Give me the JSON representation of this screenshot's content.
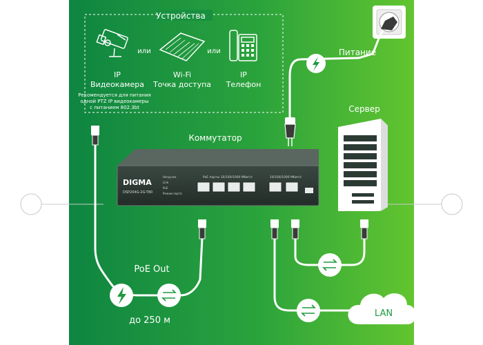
{
  "colors": {
    "green_left": "#0f8a43",
    "green_right": "#5cc030",
    "switch_body": "#2e3a35",
    "white": "#ffffff"
  },
  "devices": {
    "title": "Устройства",
    "or_1": "или",
    "or_2": "или",
    "camera": {
      "line1": "IP",
      "line2": "Видеокамера",
      "icon": "cctv-camera-icon"
    },
    "wifi": {
      "line1": "Wi-Fi",
      "line2": "Точка доступа",
      "icon": "wifi-access-point-icon"
    },
    "phone": {
      "line1": "IP",
      "line2": "Телефон",
      "icon": "ip-phone-icon"
    },
    "note": [
      "Рекомендуется для питания",
      "одной PTZ IP видеокамеры",
      "с питанием 802.3bt"
    ]
  },
  "power": {
    "label": "Питание",
    "icon": "lightning-icon"
  },
  "server": {
    "label": "Сервер",
    "icon": "server-rack-icon"
  },
  "switch": {
    "label": "Коммутатор",
    "brand": "DIGMA",
    "model": "DSP204G-2G-T80",
    "poe_ports_label": "PoE порты 10/100/1000 Мбит/с",
    "uplink_label": "10/100/1000 Мбит/с",
    "leds": [
      "Нагрузка",
      "Link",
      "PoE",
      "Режим порта"
    ]
  },
  "poe_out": {
    "label": "PoE Out",
    "distance": "до 250 м"
  },
  "lan": {
    "label": "LAN"
  }
}
